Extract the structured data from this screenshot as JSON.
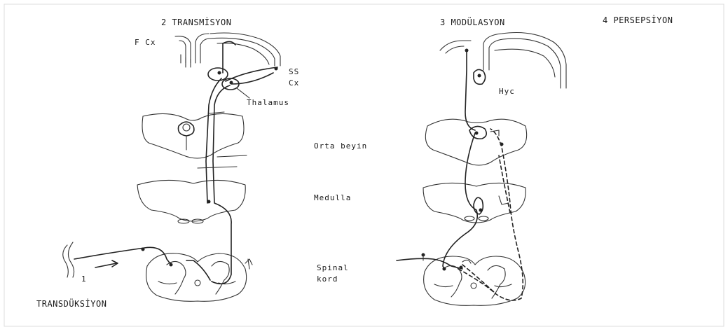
{
  "titles": {
    "transmission": "2 TRANSMİSYON",
    "modulation": "3 MODÜLASYON",
    "perception": "4 PERSEPSİYON",
    "transduction": "TRANSDÜKSİYON"
  },
  "left_labels": {
    "frontal_cortex": "F Cx",
    "somatosensory_cortex_line1": "SS",
    "somatosensory_cortex_line2": "Cx",
    "thalamus": "Thalamus",
    "step_number": "1"
  },
  "center_labels": {
    "midbrain": "Orta beyin",
    "medulla": "Medulla",
    "spinal_line1": "Spinal",
    "spinal_line2": "kord"
  },
  "right_labels": {
    "hypothalamus": "Hyc"
  }
}
